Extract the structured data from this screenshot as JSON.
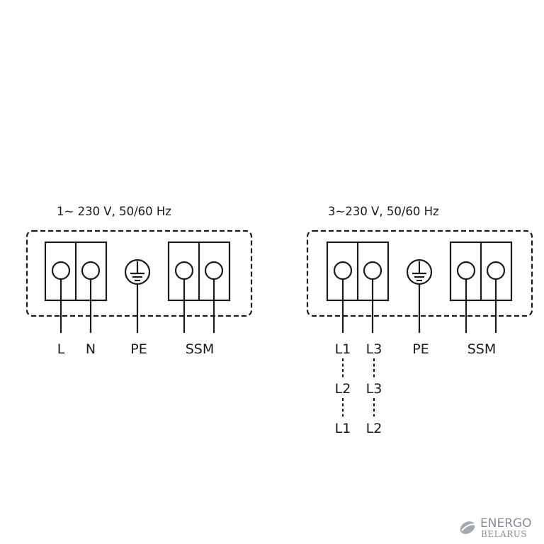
{
  "left_panel": {
    "title": "1~ 230 V, 50/60 Hz",
    "terminals": [
      "L",
      "N",
      "PE",
      "SSM"
    ]
  },
  "right_panel": {
    "title": "3~230 V, 50/60 Hz",
    "terminals": [
      "L1",
      "L3",
      "PE",
      "SSM"
    ],
    "alternatives": [
      {
        "left": "L2",
        "right": "L3"
      },
      {
        "left": "L1",
        "right": "L2"
      }
    ]
  },
  "watermark": {
    "line1": "ENERGO",
    "line2": "BELARUS",
    "color": "#8a8f96"
  }
}
